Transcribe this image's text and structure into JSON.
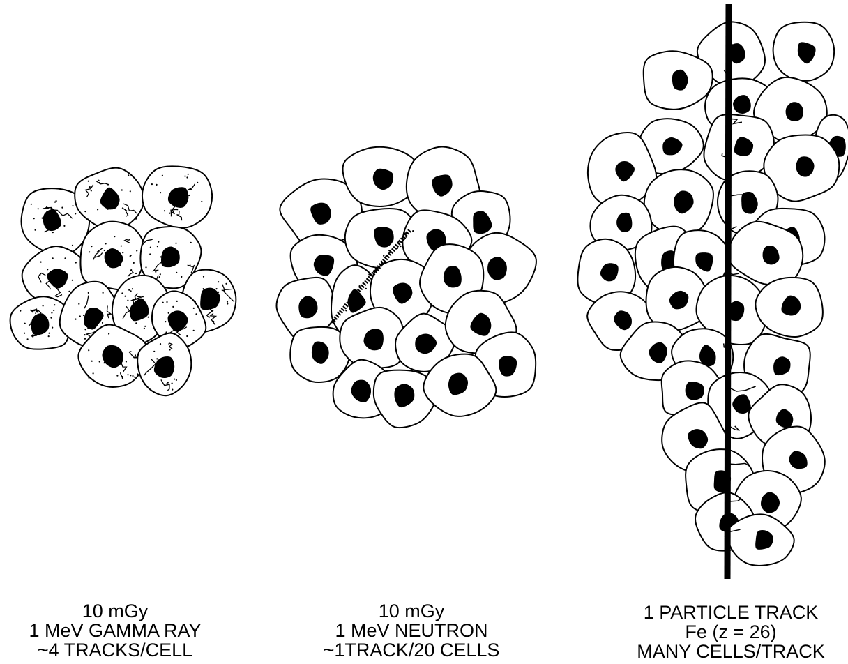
{
  "panels": {
    "gamma": {
      "line1": "10 mGy",
      "line2": "1 MeV GAMMA RAY",
      "line3": "~4 TRACKS/CELL"
    },
    "neutron": {
      "line1": "10 mGy",
      "line2": "1 MeV NEUTRON",
      "line3": "~1TRACK/20 CELLS"
    },
    "iron": {
      "line1": "1 PARTICLE TRACK",
      "line2": "Fe (z = 26)",
      "line3": "MANY CELLS/TRACK"
    }
  },
  "colors": {
    "ink": "#000000",
    "cell_fill": "#ffffff"
  }
}
